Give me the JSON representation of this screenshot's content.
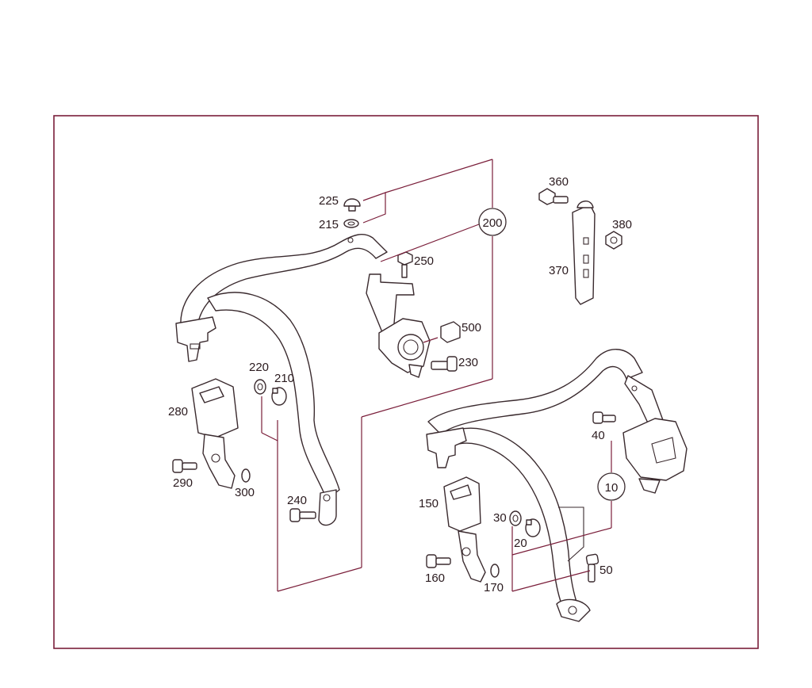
{
  "diagram": {
    "colors": {
      "frame": "#7a1e3a",
      "leader": "#7a1e3a",
      "part_outline": "#3a2a2e",
      "text": "#2a1a1e"
    },
    "callouts": {
      "p225": "225",
      "p215": "215",
      "p200": "200",
      "p250": "250",
      "p500": "500",
      "p230": "230",
      "p220": "220",
      "p210": "210",
      "p280": "280",
      "p290": "290",
      "p300": "300",
      "p240": "240",
      "p360": "360",
      "p380": "380",
      "p370": "370",
      "p40": "40",
      "p10": "10",
      "p150": "150",
      "p30": "30",
      "p20": "20",
      "p160": "160",
      "p170": "170",
      "p50": "50"
    }
  }
}
